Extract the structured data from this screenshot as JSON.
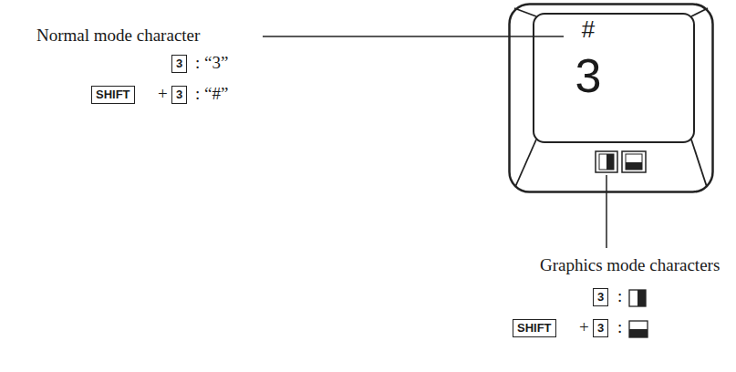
{
  "diagram": {
    "nodes": [
      {
        "text": [
          "#",
          "3"
        ]
      },
      {
        "text": [
          "3"
        ]
      },
      {
        "text": [
          "SHIFT"
        ]
      },
      {
        "text": [
          "3"
        ]
      },
      {
        "text": [
          "3"
        ]
      },
      {
        "text": [
          "SHIFT"
        ]
      },
      {
        "text": [
          "3"
        ]
      }
    ],
    "labels": [
      "Normal mode character",
      ": “3”",
      "+",
      ": “#”",
      "Graphics mode characters",
      ":",
      "+",
      ":"
    ]
  }
}
